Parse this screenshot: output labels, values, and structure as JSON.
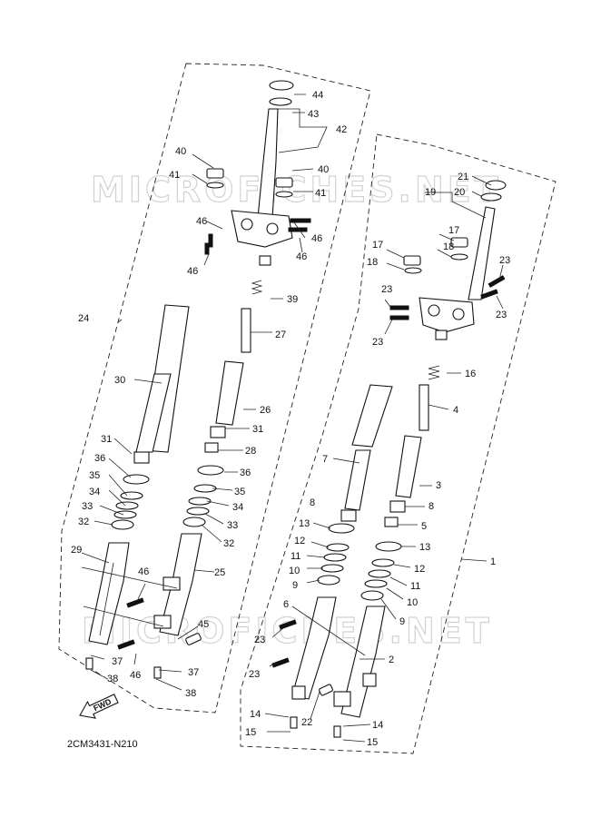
{
  "diagram_code": "2CM3431-N210",
  "fwd_label": "FWD",
  "watermark_text": "MICROFICHES.NET",
  "left_assembly_labels": [
    "44",
    "43",
    "42",
    "40",
    "41",
    "40",
    "41",
    "46",
    "46",
    "46",
    "46",
    "39",
    "27",
    "24",
    "30",
    "26",
    "31",
    "28",
    "31",
    "36",
    "36",
    "35",
    "35",
    "34",
    "34",
    "33",
    "33",
    "32",
    "32",
    "29",
    "25",
    "46",
    "45",
    "37",
    "37",
    "46",
    "38",
    "38"
  ],
  "right_assembly_labels": [
    "21",
    "19",
    "20",
    "17",
    "18",
    "17",
    "18",
    "23",
    "23",
    "23",
    "23",
    "16",
    "4",
    "7",
    "3",
    "8",
    "8",
    "5",
    "13",
    "13",
    "12",
    "12",
    "11",
    "11",
    "10",
    "10",
    "9",
    "9",
    "1",
    "6",
    "2",
    "23",
    "23",
    "22",
    "14",
    "14",
    "15",
    "15"
  ]
}
